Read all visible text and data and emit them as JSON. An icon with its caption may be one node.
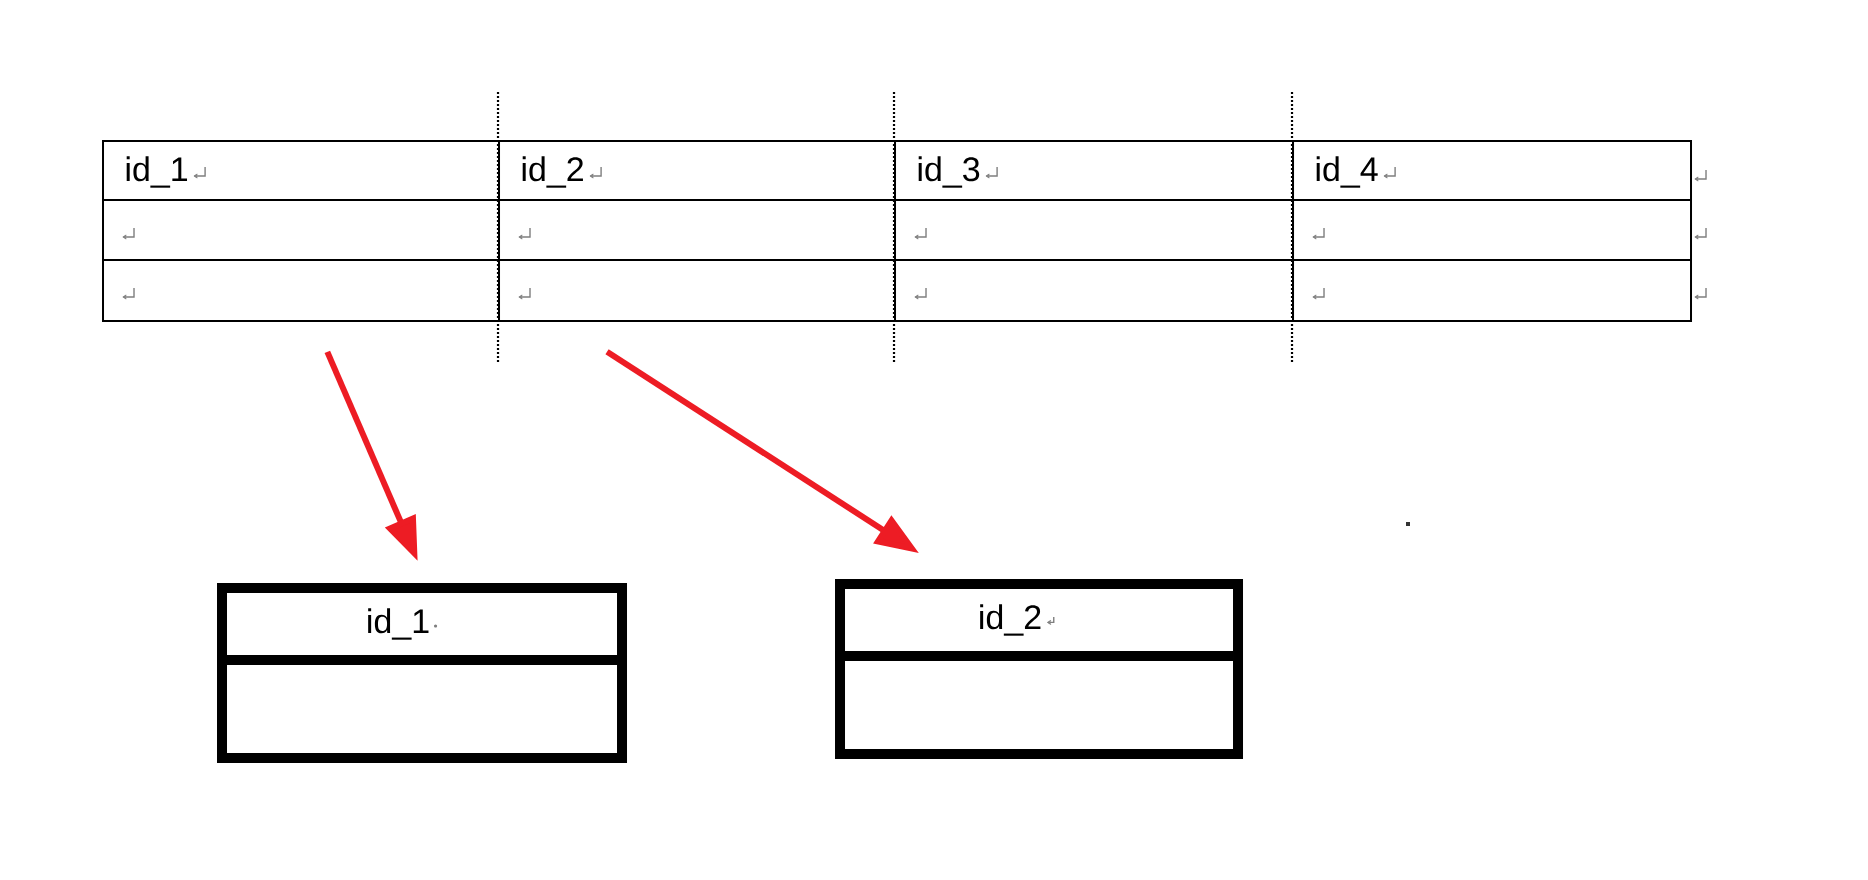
{
  "diagram": {
    "nodes": [
      {
        "text": [
          "id_1"
        ]
      },
      {
        "text": [
          "id_2"
        ]
      },
      {
        "text": [
          "id_3"
        ]
      },
      {
        "text": [
          "id_4"
        ]
      },
      {
        "text": [
          "id_1"
        ]
      },
      {
        "text": [
          "id_2"
        ]
      }
    ],
    "edges": [
      {
        "from": 0,
        "to": 4,
        "arrow": "to"
      },
      {
        "from": 1,
        "to": 5,
        "arrow": "to"
      }
    ]
  }
}
